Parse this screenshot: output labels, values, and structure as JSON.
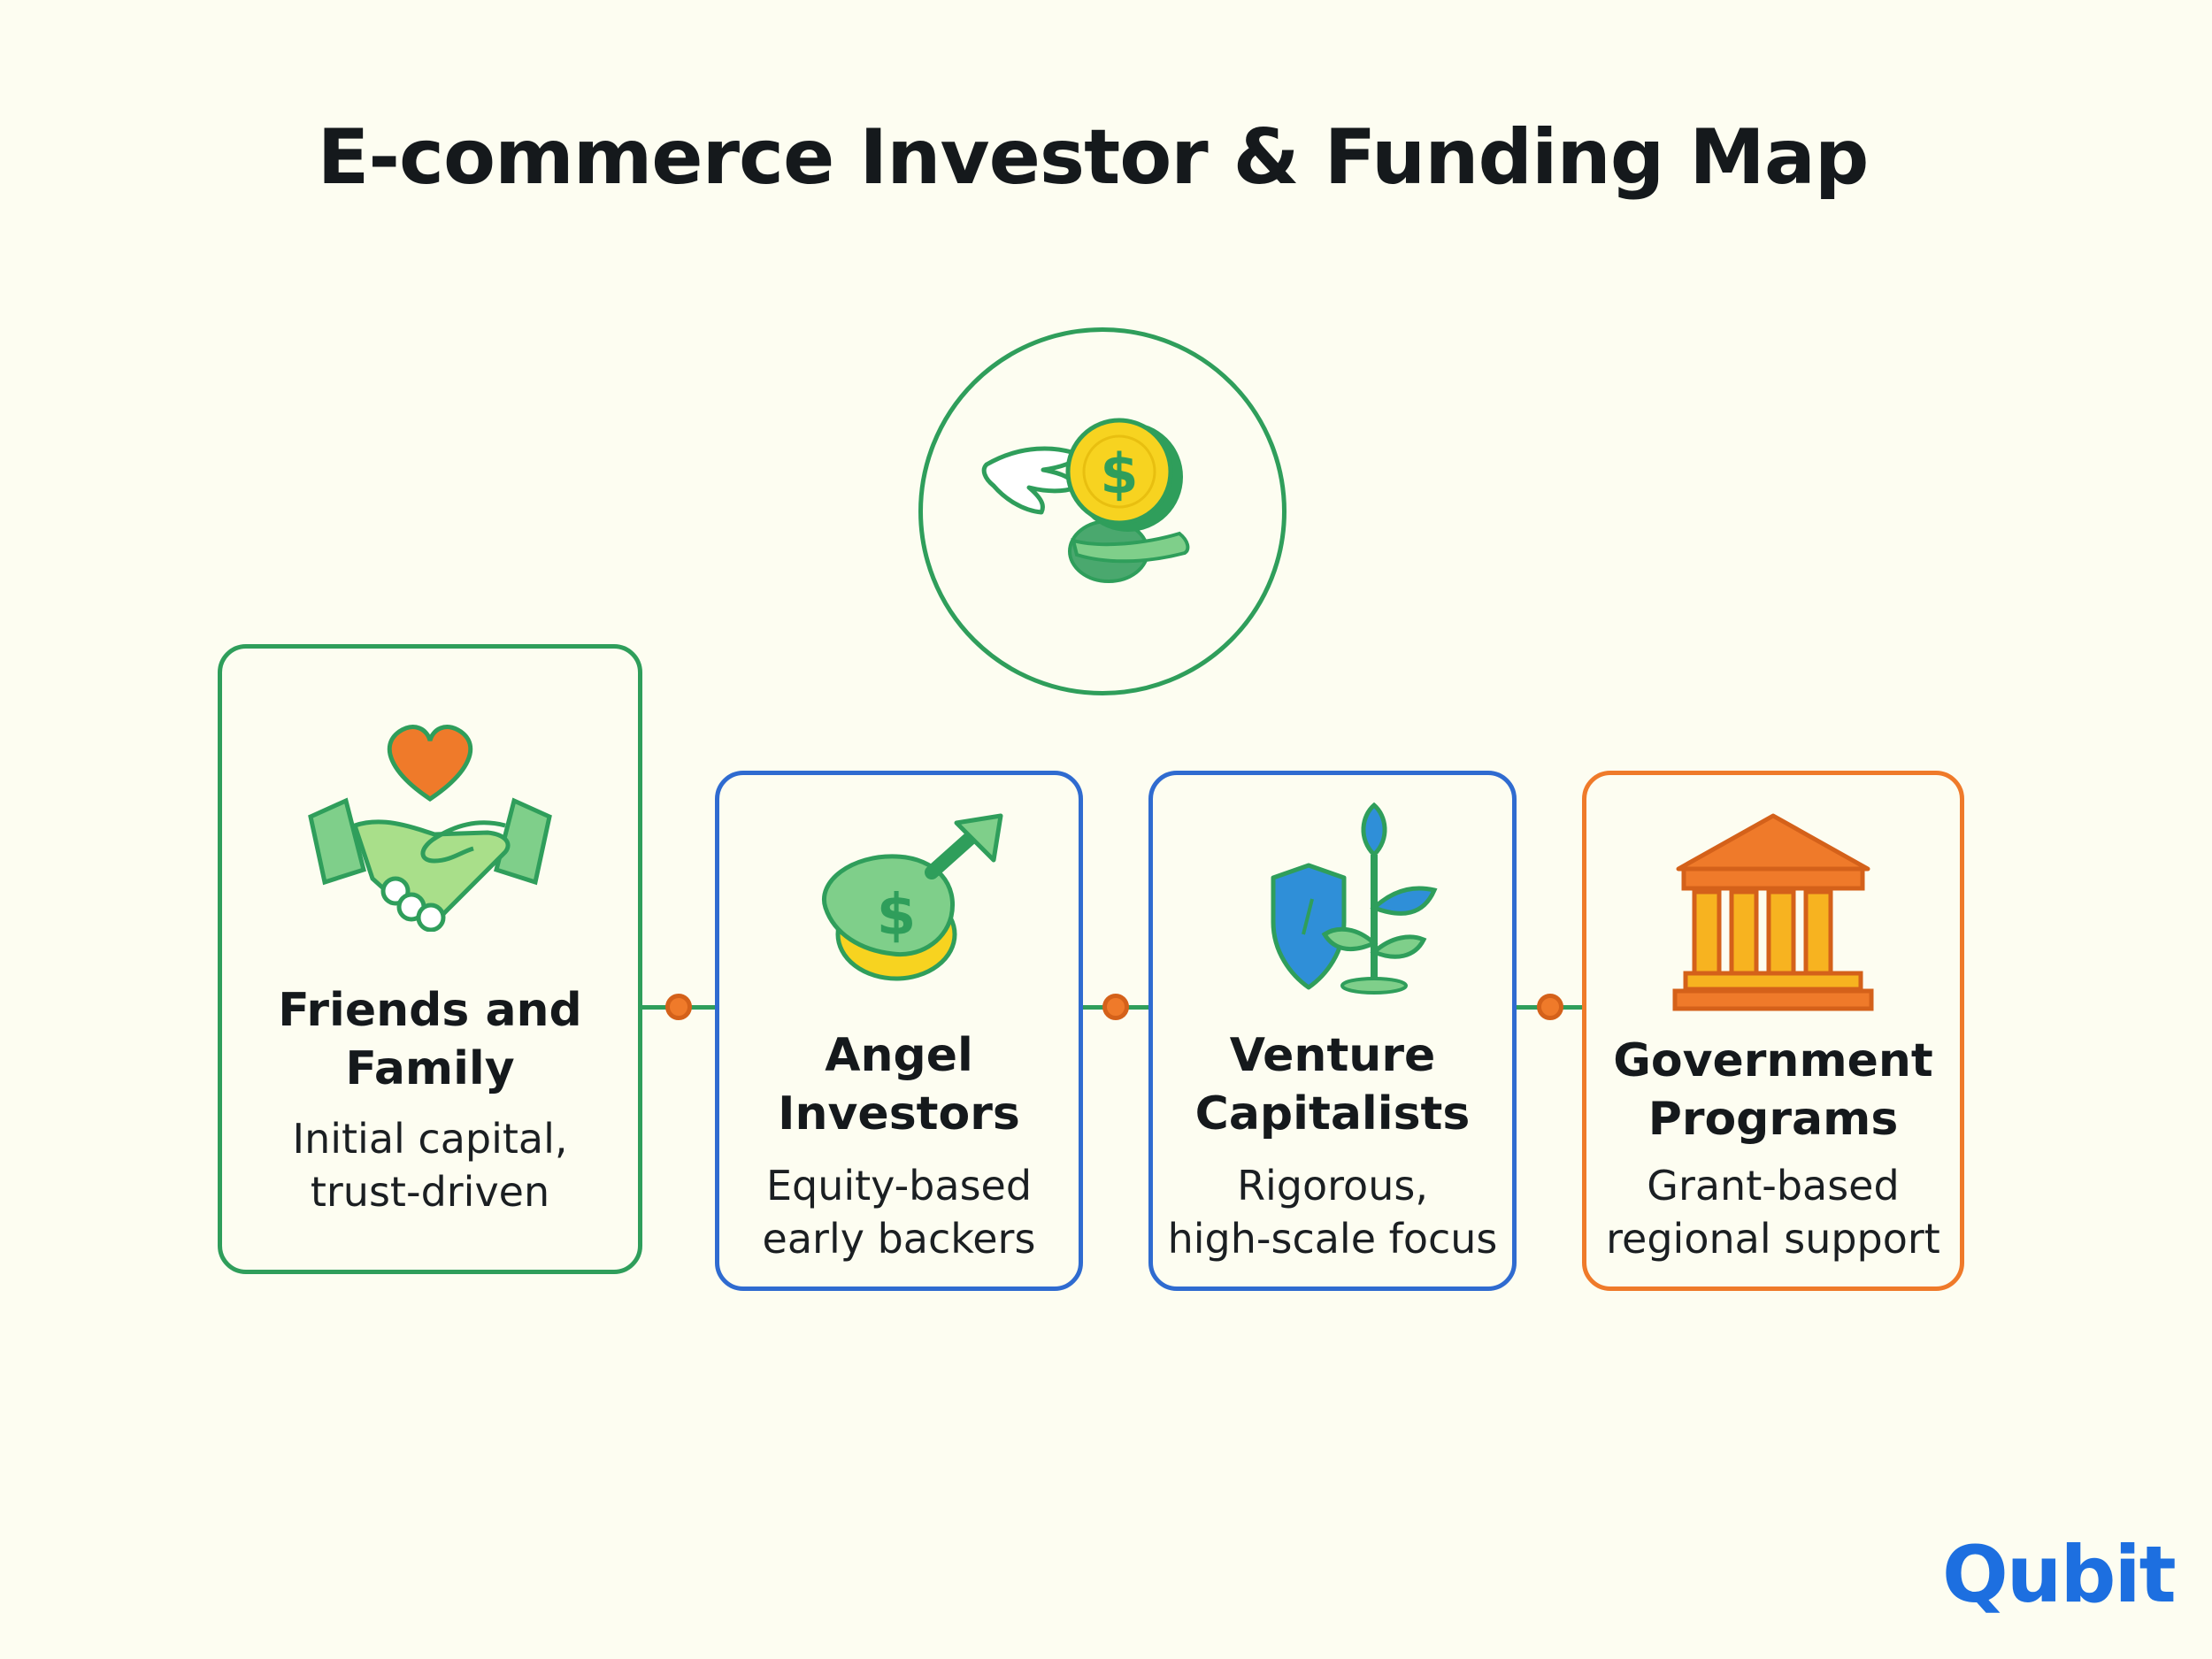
{
  "title": "E-commerce Investor & Funding Map",
  "hub": {
    "icon": "flying-money-icon"
  },
  "cards": [
    {
      "name": "Friends and\nFamily",
      "description": "Initial capital,\ntrust-driven",
      "icon": "handshake-heart-icon",
      "color": "#2f9e5b"
    },
    {
      "name": "Angel\nInvestors",
      "description": "Equity-based\nearly backers",
      "icon": "money-bag-growth-icon",
      "color": "#2f6bd0"
    },
    {
      "name": "Venture\nCapitalists",
      "description": "Rigorous,\nhigh-scale focus",
      "icon": "shield-plant-icon",
      "color": "#2f6bd0"
    },
    {
      "name": "Government\nPrograms",
      "description": "Grant-based\nregional support",
      "icon": "government-building-icon",
      "color": "#ef7a2a"
    }
  ],
  "brand": "Qubit"
}
